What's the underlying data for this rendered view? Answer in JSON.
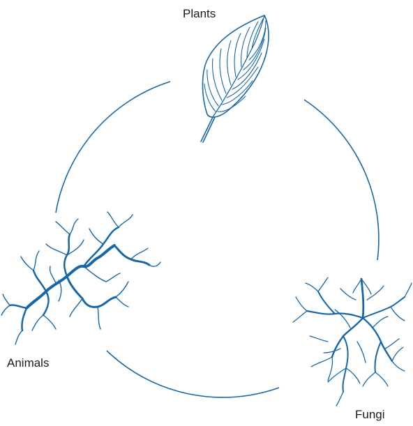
{
  "diagram": {
    "nodes": [
      {
        "id": "plants",
        "label": "Plants",
        "icon": "leaf-icon"
      },
      {
        "id": "animals",
        "label": "Animals",
        "icon": "blood-vessel-network-icon"
      },
      {
        "id": "fungi",
        "label": "Fungi",
        "icon": "mycelium-network-icon"
      }
    ],
    "edges": [
      {
        "from": "plants",
        "to": "fungi"
      },
      {
        "from": "fungi",
        "to": "animals"
      },
      {
        "from": "animals",
        "to": "plants"
      }
    ],
    "colors": {
      "stroke": "#1866a6",
      "text": "#1a1a1a",
      "background": "#ffffff"
    }
  }
}
